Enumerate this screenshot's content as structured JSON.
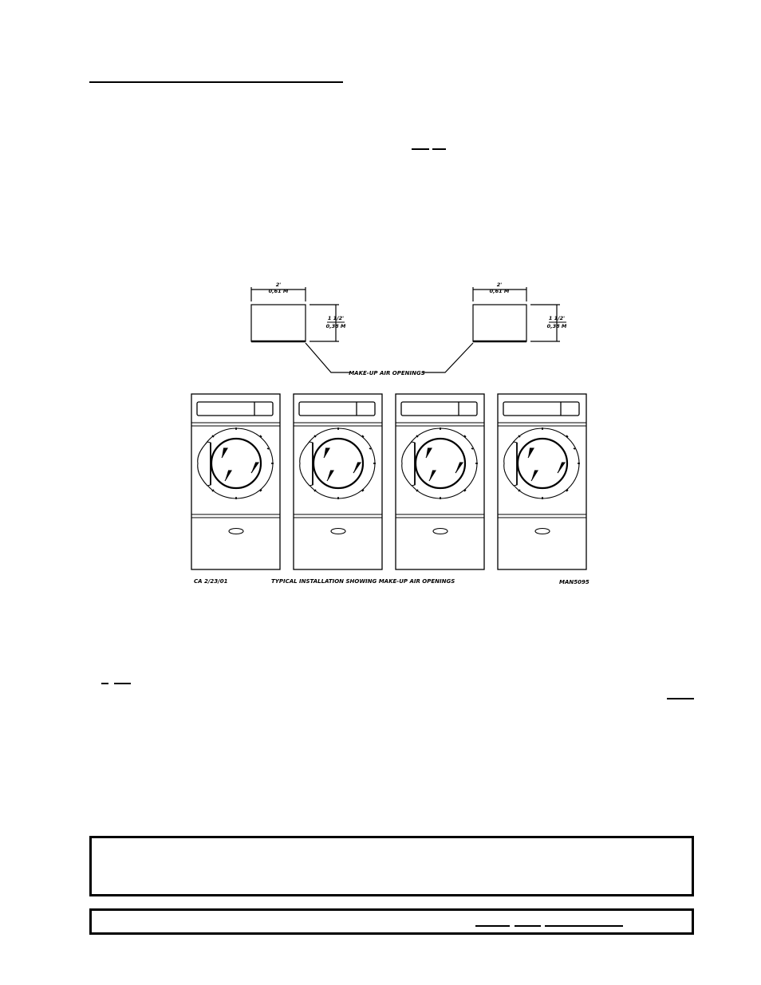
{
  "page": {
    "background": "#ffffff",
    "ink": "#000000"
  },
  "figure": {
    "caption": "TYPICAL INSTALLATION SHOWING MAKE-UP AIR OPENINGS",
    "date_stamp": "CA 2/23/01",
    "drawing_id": "MAN5095",
    "callout_label": "MAKE-UP AIR OPENINGS",
    "openings": [
      {
        "width_imperial": "2'",
        "width_metric": "0,61 M",
        "height_imperial": "1 1/2'",
        "height_metric": "0,38 M"
      },
      {
        "width_imperial": "2'",
        "width_metric": "0,61 M",
        "height_imperial": "1 1/2'",
        "height_metric": "0,38 M"
      }
    ],
    "machine_count": 4
  },
  "notice_boxes": [
    {
      "id": "warning-box",
      "content": ""
    },
    {
      "id": "reference-box",
      "content": ""
    }
  ]
}
